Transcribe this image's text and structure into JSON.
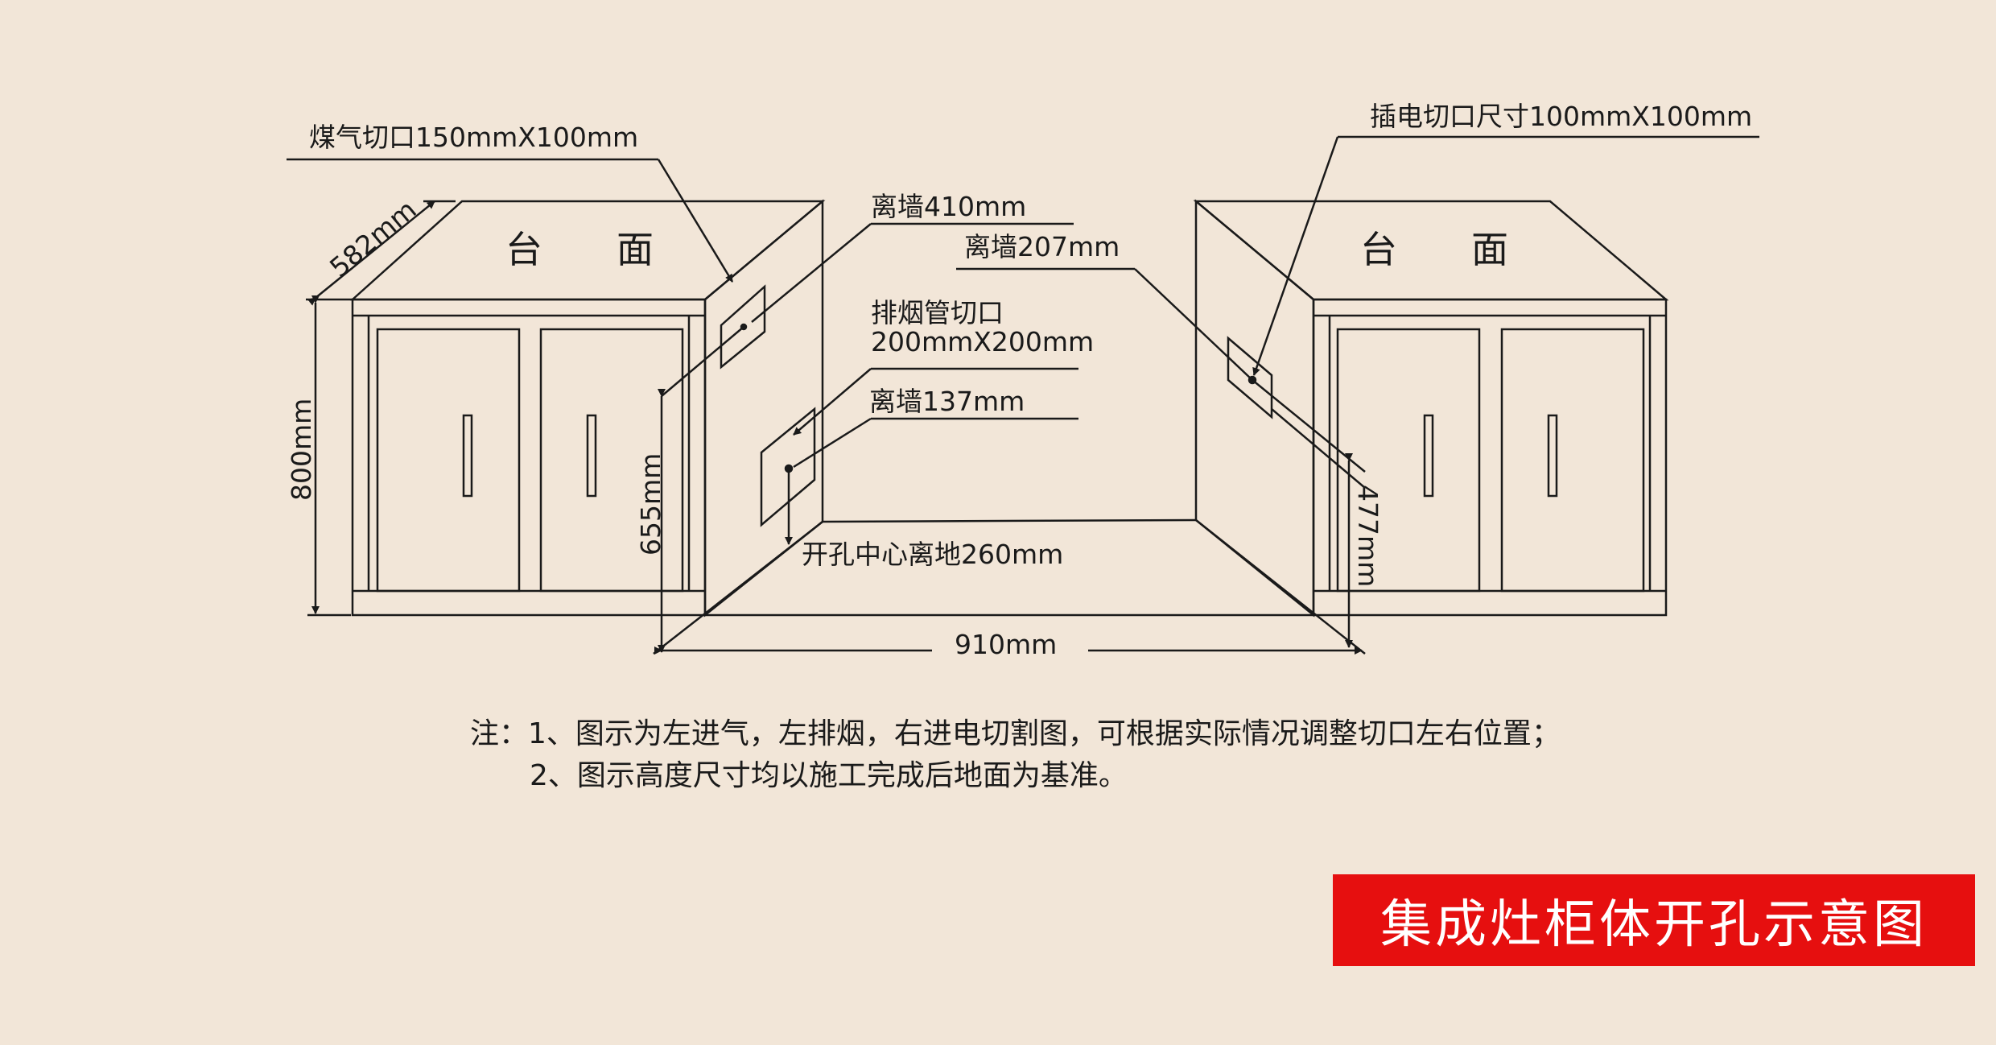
{
  "labels": {
    "gas_cutout": "煤气切口150mmX100mm",
    "power_cutout": "插电切口尺寸100mmX100mm",
    "wall_410": "离墙410mm",
    "wall_207": "离墙207mm",
    "exhaust_title": "排烟管切口",
    "exhaust_size": "200mmX200mm",
    "wall_137": "离墙137mm",
    "hole_center": "开孔中心离地260mm",
    "depth": "582mm",
    "height": "800mm",
    "h655": "655mm",
    "h477": "477mm",
    "width": "910mm",
    "countertop": "台　　面"
  },
  "notes": {
    "line1": "注：1、图示为左进气，左排烟，右进电切割图，可根据实际情况调整切口左右位置；",
    "line2": "2、图示高度尺寸均以施工完成后地面为基准。"
  },
  "title": "集成灶柜体开孔示意图",
  "colors": {
    "background": "#f2e6d8",
    "line": "#1a1a1a",
    "banner": "#e60f0f"
  }
}
